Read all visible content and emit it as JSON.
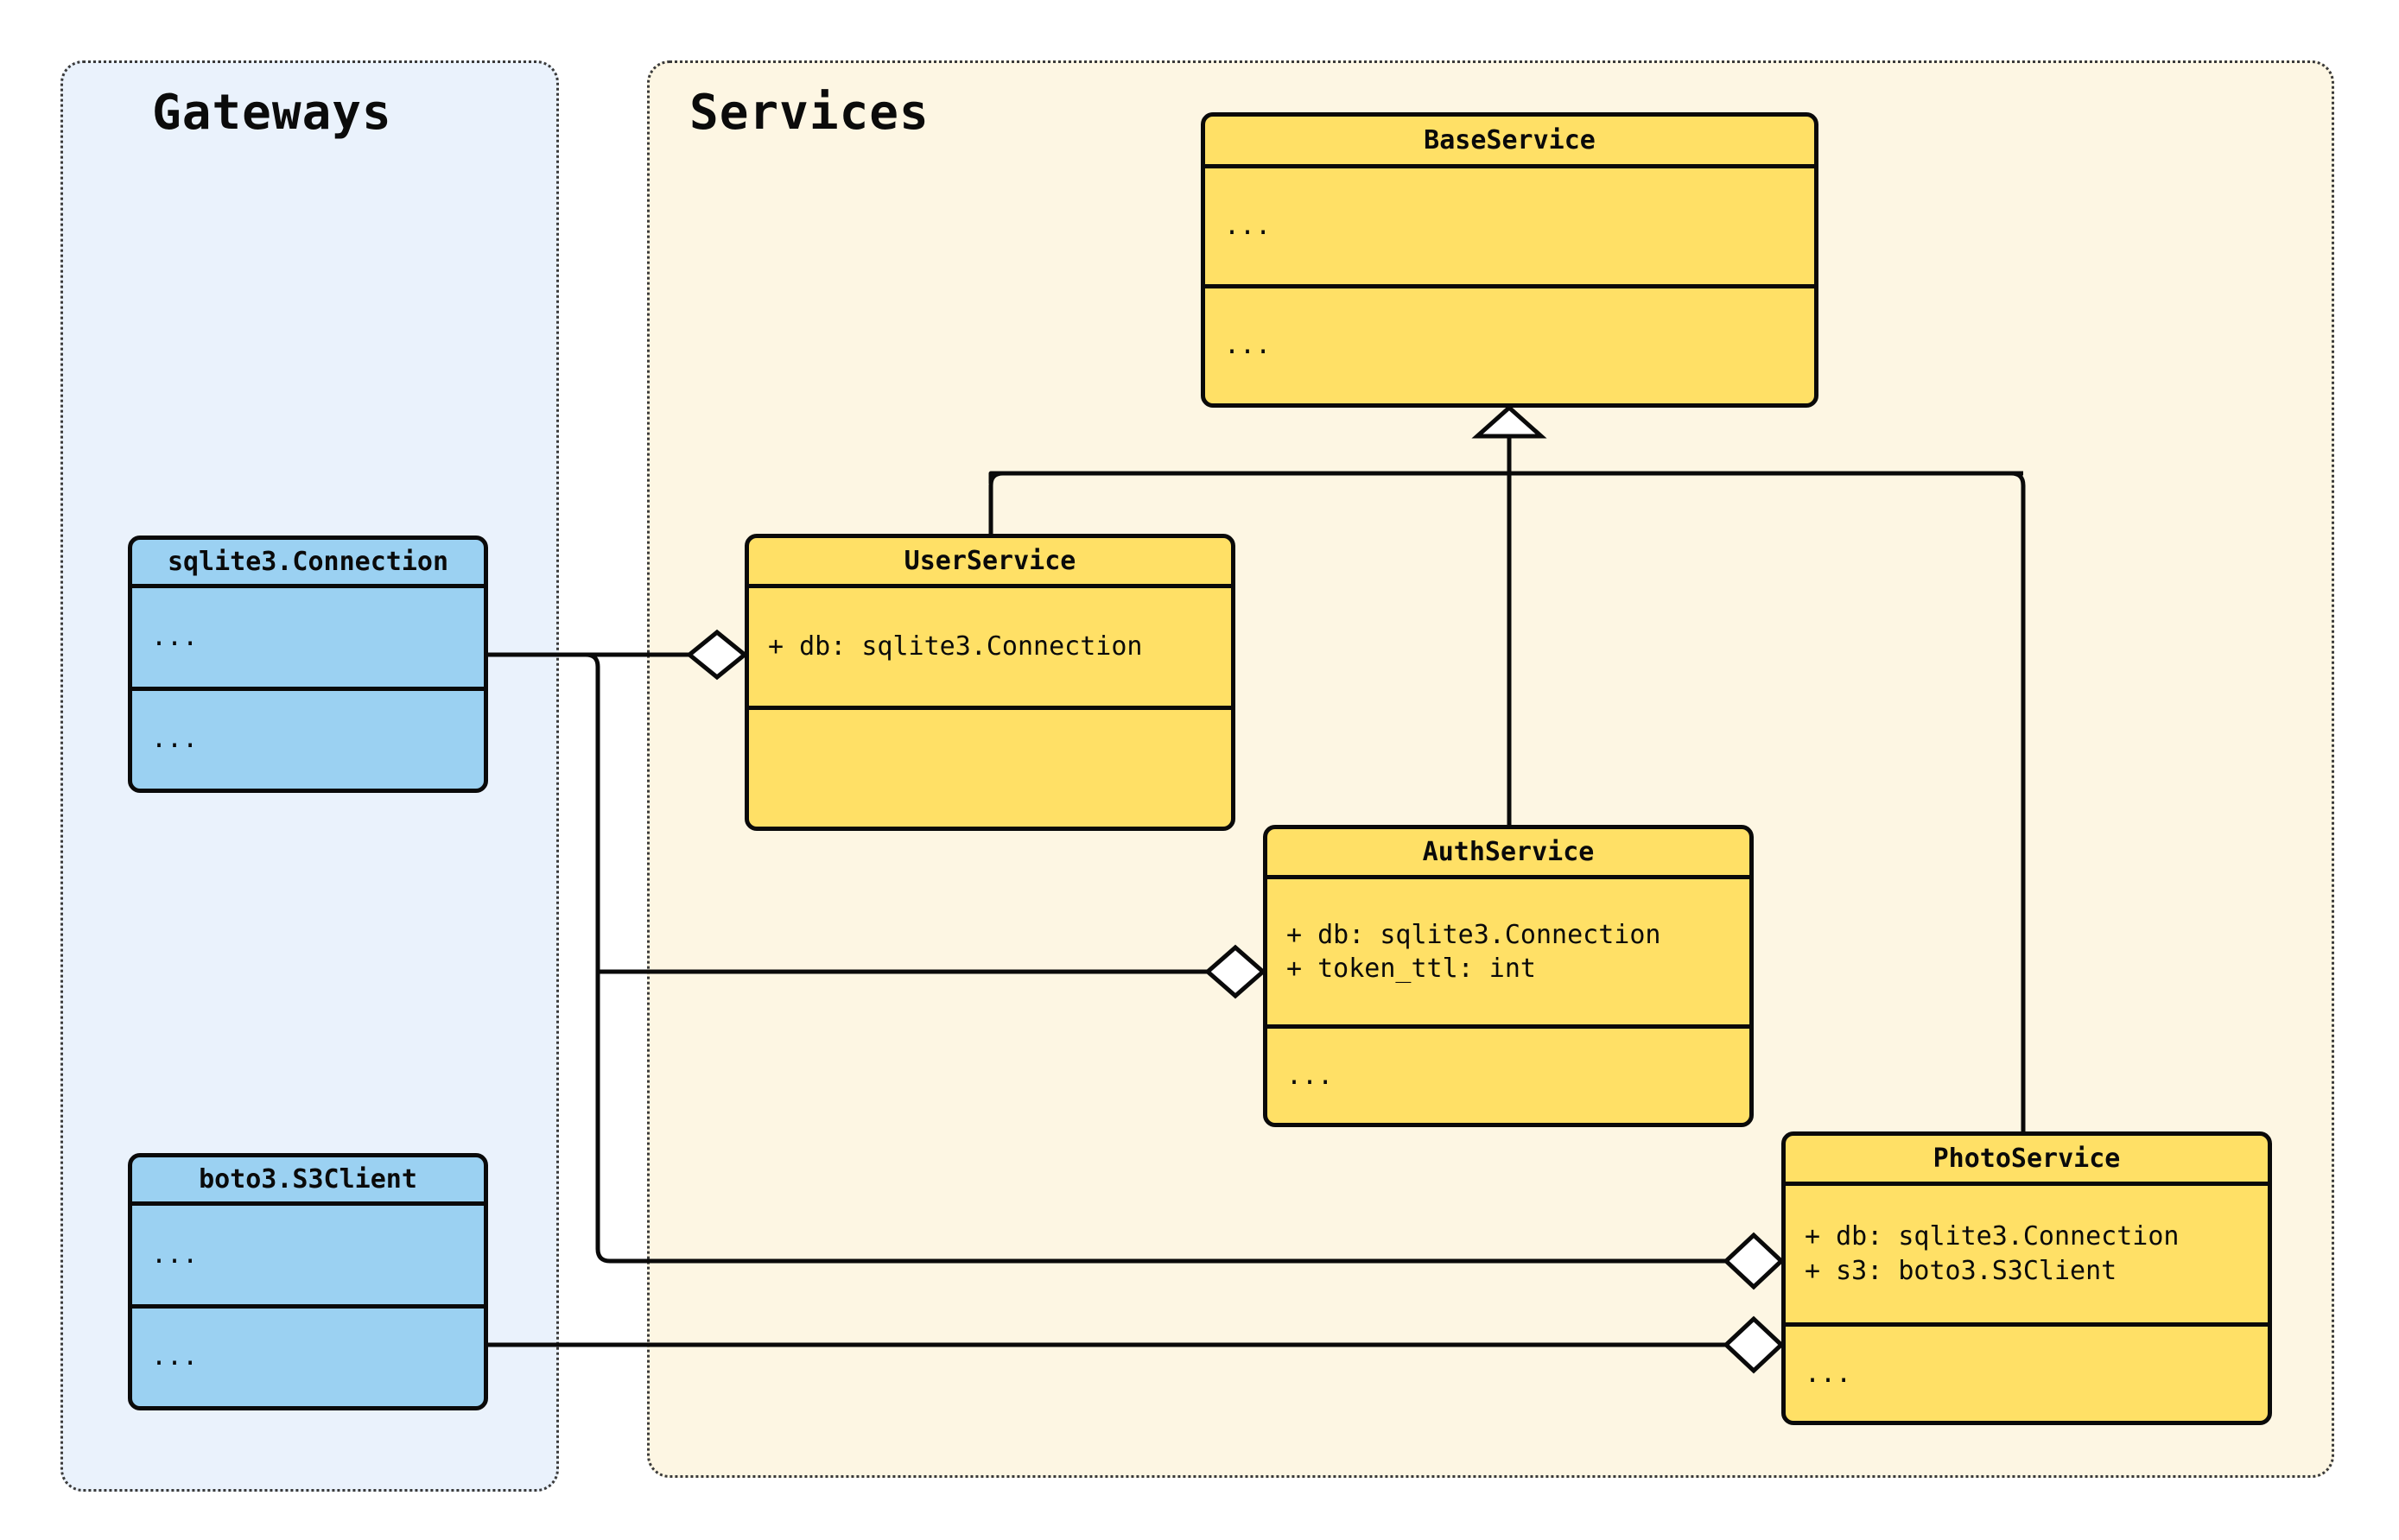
{
  "diagram": {
    "kind": "uml-class-diagram",
    "colors": {
      "gateway_panel_fill": "#EAF2FC",
      "gateway_panel_border": "#3a3a3a",
      "service_panel_fill": "#FDF6E3",
      "service_panel_border": "#3a3a3a",
      "gateway_class_fill": "#9BD1F2",
      "service_class_fill": "#FFE066",
      "line": "#0a0a0a",
      "marker_fill": "#ffffff"
    }
  },
  "packages": [
    {
      "id": "gateways",
      "title": "Gateways"
    },
    {
      "id": "services",
      "title": "Services"
    }
  ],
  "classes": [
    {
      "id": "sqlite3_connection",
      "name": "sqlite3.Connection",
      "package": "gateways",
      "attributes": [
        "..."
      ],
      "methods": [
        "..."
      ]
    },
    {
      "id": "boto3_s3client",
      "name": "boto3.S3Client",
      "package": "gateways",
      "attributes": [
        "..."
      ],
      "methods": [
        "..."
      ]
    },
    {
      "id": "baseservice",
      "name": "BaseService",
      "package": "services",
      "attributes": [
        "..."
      ],
      "methods": [
        "..."
      ]
    },
    {
      "id": "userservice",
      "name": "UserService",
      "package": "services",
      "attributes": [
        "+ db: sqlite3.Connection"
      ],
      "methods": [
        ""
      ]
    },
    {
      "id": "authservice",
      "name": "AuthService",
      "package": "services",
      "attributes": [
        "+ db: sqlite3.Connection",
        "+ token_ttl: int"
      ],
      "methods": [
        "..."
      ]
    },
    {
      "id": "photoservice",
      "name": "PhotoService",
      "package": "services",
      "attributes": [
        "+ db: sqlite3.Connection",
        "+ s3: boto3.S3Client"
      ],
      "methods": [
        "..."
      ]
    }
  ],
  "relationships": [
    {
      "type": "generalization",
      "from": "userservice",
      "to": "baseservice",
      "marker": "hollow-triangle"
    },
    {
      "type": "generalization",
      "from": "authservice",
      "to": "baseservice",
      "marker": "hollow-triangle"
    },
    {
      "type": "generalization",
      "from": "photoservice",
      "to": "baseservice",
      "marker": "hollow-triangle"
    },
    {
      "type": "aggregation",
      "from": "userservice",
      "to": "sqlite3_connection",
      "marker": "hollow-diamond"
    },
    {
      "type": "aggregation",
      "from": "authservice",
      "to": "sqlite3_connection",
      "marker": "hollow-diamond"
    },
    {
      "type": "aggregation",
      "from": "photoservice",
      "to": "sqlite3_connection",
      "marker": "hollow-diamond"
    },
    {
      "type": "aggregation",
      "from": "photoservice",
      "to": "boto3_s3client",
      "marker": "hollow-diamond"
    }
  ]
}
